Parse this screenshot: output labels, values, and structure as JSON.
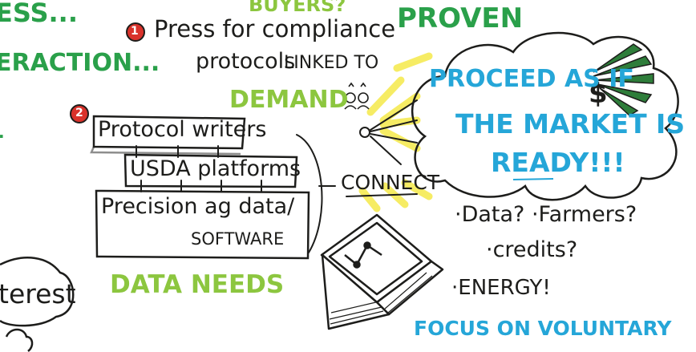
{
  "edge_text": {
    "top_left": "ESS...",
    "interaction": "ERACTION...",
    "interest": "terest"
  },
  "top_center": "BUYERS?",
  "proven": "PROVEN",
  "item1": {
    "number": "1",
    "line1": "Press for compliance",
    "line2": "protocols",
    "linked_to": "LINKED TO",
    "demand": "DEMAND"
  },
  "item2": {
    "number": "2",
    "box1": "Protocol writers",
    "box2": "USDA platforms",
    "box3_line1": "Precision ag data/",
    "box3_line2": "SOFTWARE"
  },
  "data_needs": "DATA NEEDS",
  "connect": "CONNECT",
  "cloud": {
    "line1": "PROCEED AS IF",
    "line2": "THE MARKET IS",
    "line3": "READY!!!"
  },
  "questions": {
    "line1": "·Data? ·Farmers?",
    "line2": "·credits?",
    "line3": "·ENERGY!"
  },
  "focus": "FOCUS ON VOLUNTARY",
  "colors": {
    "green": "#2aa04a",
    "lime": "#8cc63f",
    "blue": "#25a6d8",
    "ink": "#1d1d1b",
    "red": "#d9322b",
    "yellow": "#f5e94a"
  },
  "icons": [
    "person-icons",
    "money-fan-icon",
    "laptop-icon",
    "cloud-shape"
  ]
}
